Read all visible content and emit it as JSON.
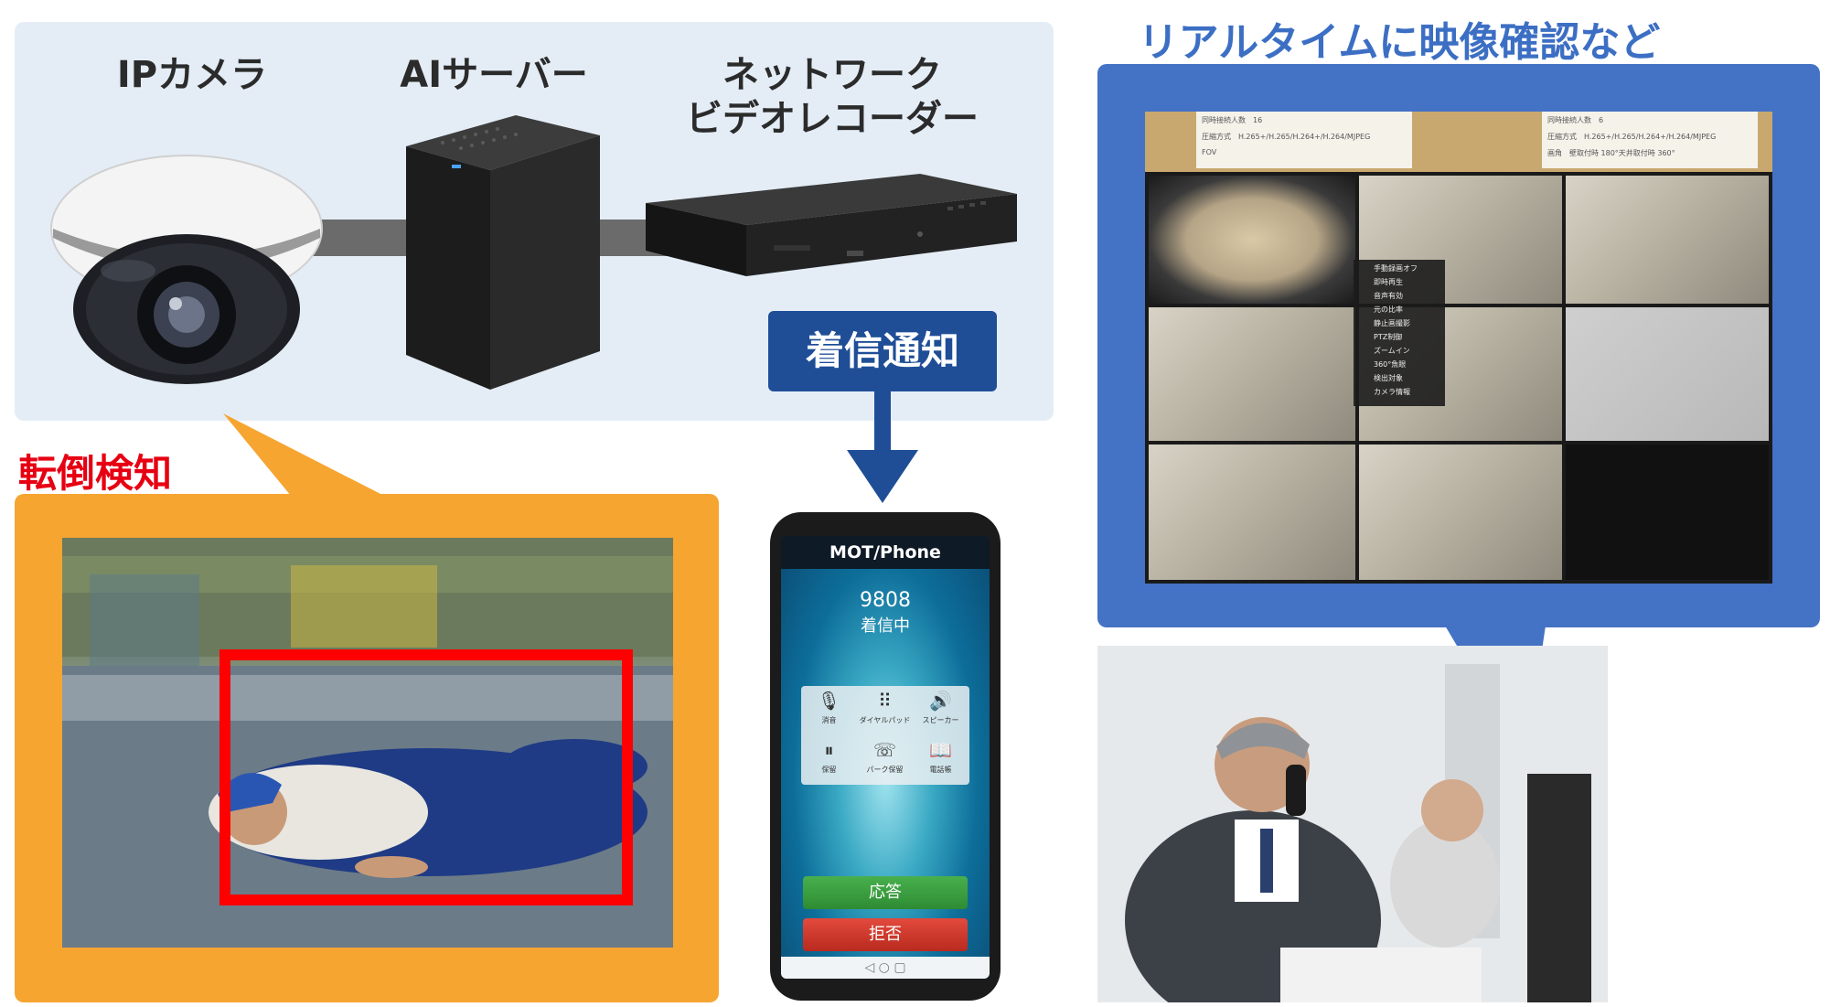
{
  "labels": {
    "ip_camera": "IPカメラ",
    "ai_server": "AIサーバー",
    "recorder_line1": "ネットワーク",
    "recorder_line2": "ビデオレコーダー",
    "notification": "着信通知",
    "fall_detection": "転倒検知",
    "realtime": "リアルタイムに映像確認など"
  },
  "phone": {
    "app_name": "MOT/Phone",
    "number": "9808",
    "status": "着信中",
    "keypad": [
      {
        "icon": "mute-icon",
        "glyph": "🎙",
        "label": "消音"
      },
      {
        "icon": "dialpad-icon",
        "glyph": "⠿",
        "label": "ダイヤルパッド"
      },
      {
        "icon": "speaker-icon",
        "glyph": "🔊",
        "label": "スピーカー"
      },
      {
        "icon": "hold-icon",
        "glyph": "⏸",
        "label": "保留"
      },
      {
        "icon": "park-hold-icon",
        "glyph": "☏",
        "label": "パーク保留"
      },
      {
        "icon": "phonebook-icon",
        "glyph": "📖",
        "label": "電話帳"
      }
    ],
    "answer": "応答",
    "reject": "拒否",
    "nav": "◁     ○     ▢"
  },
  "monitor": {
    "spec_left": [
      "同時接続人数　16",
      "圧縮方式　H.265+/H.265/H.264+/H.264/MJPEG",
      "FOV"
    ],
    "spec_right": [
      "同時接続人数　6",
      "圧縮方式　H.265+/H.265/H.264+/H.264/MJPEG",
      "画角　壁取付時 180°天井取付時 360°"
    ],
    "menu_items": [
      "手動録画オフ",
      "即時再生",
      "音声有効",
      "元の比率",
      "静止画撮影",
      "PTZ制御",
      "ズームイン",
      "360°魚眼",
      "検出対象",
      "カメラ情報"
    ]
  },
  "colors": {
    "panel": "#e4edf6",
    "notify": "#1f4e97",
    "fall": "#e60012",
    "orange": "#f6a531",
    "blue": "#4472c4",
    "detect": "#ff0000"
  }
}
